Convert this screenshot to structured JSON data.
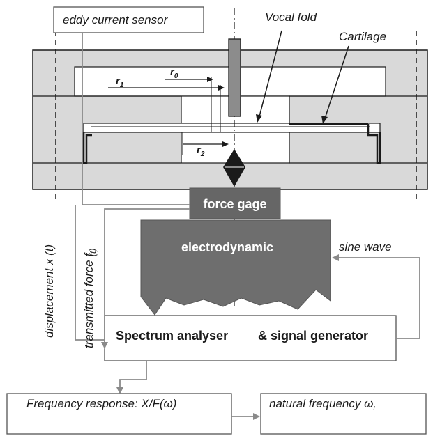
{
  "labels": {
    "eddy_current_sensor": "eddy current sensor",
    "vocal_fold": "Vocal fold",
    "cartilage": "Cartilage",
    "r1": "r",
    "r1_sub": "1",
    "r0": "r",
    "r0_sub": "0",
    "r2": "r",
    "r2_sub": "2",
    "force_gage": "force gage",
    "electrodynamic": "electrodynamic",
    "sine_wave": "sine wave",
    "displacement": "displacement x (t)",
    "transmitted_force": "transmitted force f",
    "transmitted_force_suffix": "(t)",
    "spectrum_analyser": "Spectrum analyser",
    "signal_generator": "& signal generator",
    "frequency_response": "Frequency response: X/F(ω)",
    "natural_frequency": "natural frequency ω",
    "natural_frequency_sub": "i"
  },
  "colors": {
    "housing_fill": "#d9d9d9",
    "force_gage_fill": "#666666",
    "shaker_fill": "#6e6e6e",
    "dark_bar": "#8c8c8c",
    "line": "#1a1a1a",
    "wire": "#8a8a8a",
    "white_text": "#ffffff"
  }
}
